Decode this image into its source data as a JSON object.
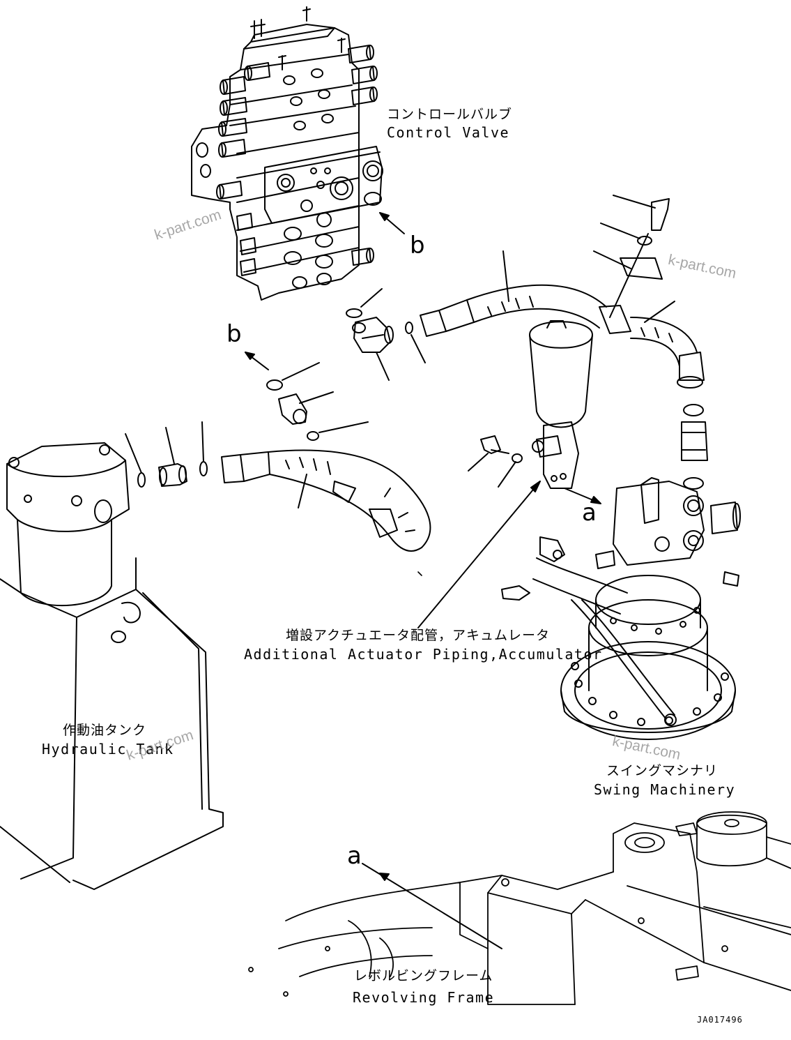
{
  "labels": {
    "control_valve": {
      "jp": "コントロールバルブ",
      "en": "Control Valve"
    },
    "additional_piping": {
      "jp": "増設アクチュエータ配管，アキュムレータ",
      "en": "Additional Actuator Piping,Accumulator"
    },
    "hydraulic_tank": {
      "jp": "作動油タンク",
      "en": "Hydraulic Tank"
    },
    "swing_machinery": {
      "jp": "スイングマシナリ",
      "en": "Swing Machinery"
    },
    "revolving_frame": {
      "jp": "レボルビングフレーム",
      "en": "Revolving Frame"
    }
  },
  "callouts": {
    "a": "a",
    "b": "b"
  },
  "watermark": "k-part.com",
  "drawing_code": "JA017496"
}
